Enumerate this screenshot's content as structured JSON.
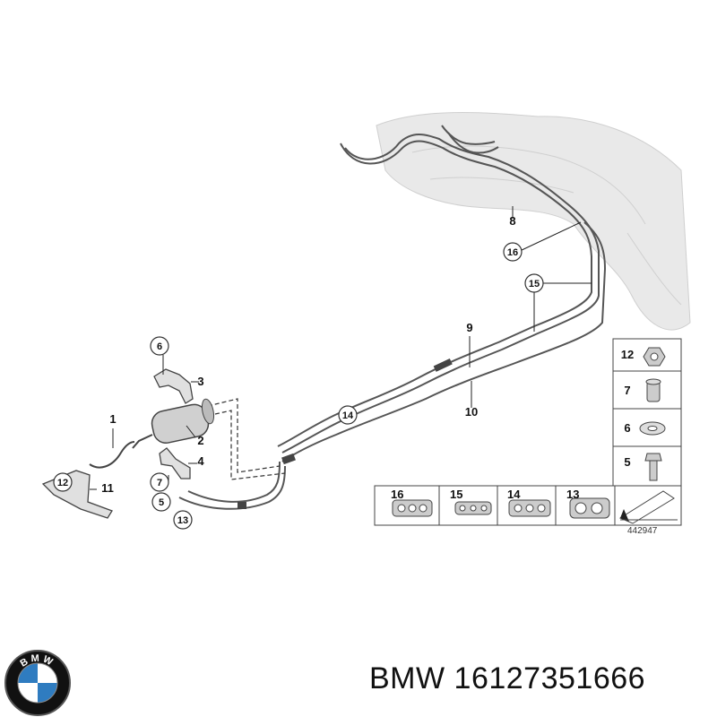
{
  "diagram": {
    "callouts_circled": [
      "16",
      "15",
      "14",
      "6",
      "12",
      "7",
      "5",
      "13"
    ],
    "callouts_plain": [
      "8",
      "9",
      "10",
      "1",
      "2",
      "3",
      "4",
      "11"
    ],
    "legend_right": [
      "12",
      "7",
      "6",
      "5"
    ],
    "legend_bottom": [
      "16",
      "15",
      "14",
      "13"
    ],
    "reference_number": "442947"
  },
  "brand": {
    "logo_letters": "BMW",
    "logo_colors": {
      "blue": "#2f7cc0",
      "black": "#111111",
      "white": "#ffffff"
    }
  },
  "caption": {
    "brand": "BMW",
    "part_number": "16127351666"
  }
}
